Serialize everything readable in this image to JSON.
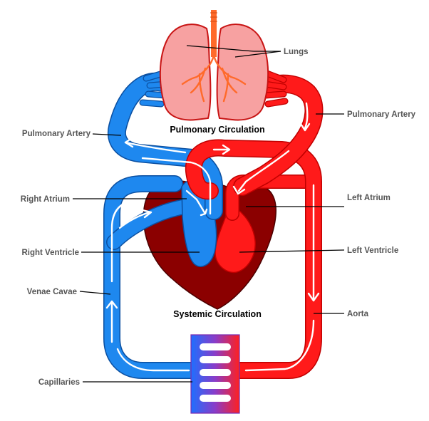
{
  "colors": {
    "oxygenated": "#ff1a1a",
    "deoxygenated": "#1e88ef",
    "vessel_outline_red": "#c00000",
    "vessel_outline_blue": "#0b4fa0",
    "heart": "#8b0000",
    "heart_outline": "#4a0000",
    "lungs": "#f7a1a1",
    "lungs_outline": "#c81414",
    "trachea": "#ff6a2a",
    "capillary_bed": "#3a5fe0"
  },
  "titles": {
    "pulmonary": "Pulmonary Circulation",
    "systemic": "Systemic Circulation"
  },
  "labels": {
    "lungs": "Lungs",
    "pulmonary_artery_left": "Pulmonary Artery",
    "pulmonary_artery_right": "Pulmonary Artery",
    "right_atrium": "Right Atrium",
    "left_atrium": "Left Atrium",
    "right_ventricle": "Right Ventricle",
    "left_ventricle": "Left Ventricle",
    "venae_cavae": "Venae Cavae",
    "aorta": "Aorta",
    "capillaries": "Capillaries"
  }
}
